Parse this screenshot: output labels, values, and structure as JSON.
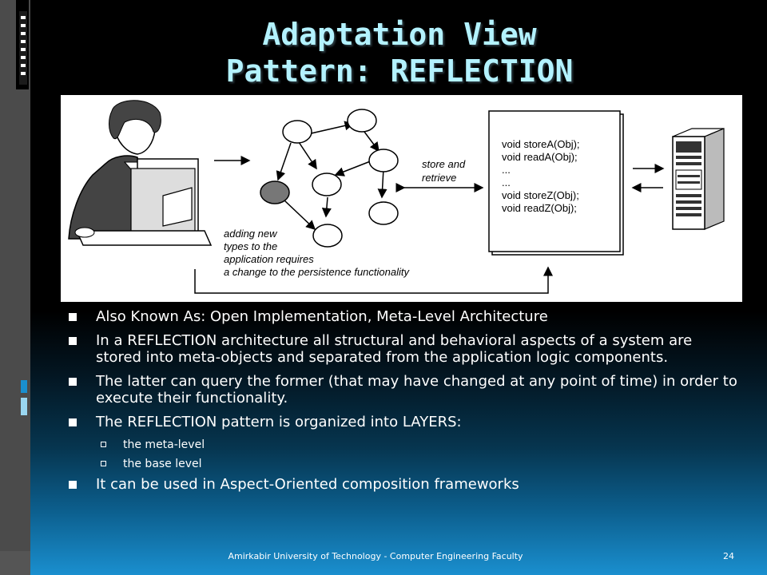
{
  "slide": {
    "title_line1": "Adaptation View",
    "title_line2": "Pattern: REFLECTION",
    "footer": "Amirkabir University of Technology - Computer Engineering Faculty",
    "page_number": "24"
  },
  "diagram": {
    "store_label_1": "store and",
    "store_label_2": "retrieve",
    "code_lines": [
      "void storeA(Obj);",
      "void readA(Obj);",
      "...",
      "...",
      "void storeZ(Obj);",
      "void readZ(Obj);"
    ],
    "note_lines": [
      "adding new",
      "types to the",
      "application requires",
      "a change to the persistence functionality"
    ]
  },
  "bullets": [
    {
      "level": 1,
      "text": "Also Known As: Open Implementation, Meta-Level Architecture"
    },
    {
      "level": 1,
      "text": "In a REFLECTION architecture all structural and behavioral aspects of a system are stored into meta-objects and separated from the application logic components."
    },
    {
      "level": 1,
      "text": "The latter can query the former (that may have changed at any point of time) in order  to execute their  functionality."
    },
    {
      "level": 1,
      "text": "The REFLECTION pattern is organized into LAYERS:"
    },
    {
      "level": 2,
      "text": "the meta-level"
    },
    {
      "level": 2,
      "text": "the base level"
    },
    {
      "level": 1,
      "text": "It can be used in Aspect-Oriented composition frameworks"
    }
  ]
}
